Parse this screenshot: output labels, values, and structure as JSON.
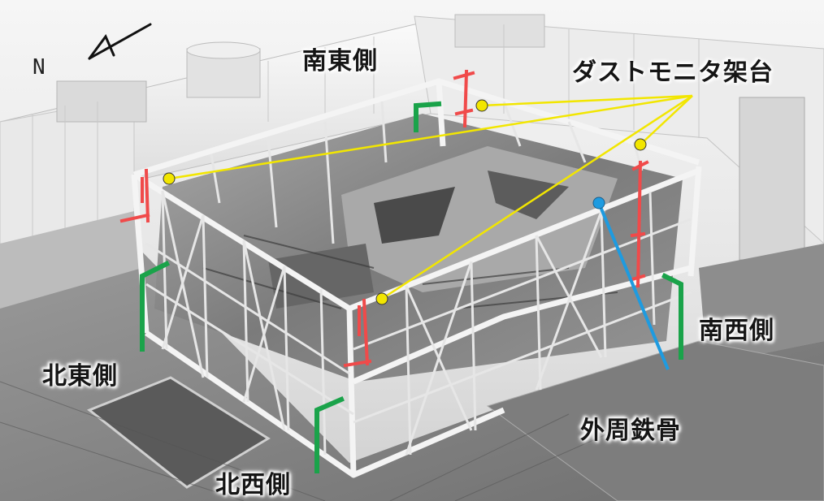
{
  "figure": {
    "compass_label": "N",
    "labels": {
      "southeast": "南東側",
      "dust_monitor_stand": "ダストモニタ架台",
      "southwest": "南西側",
      "northeast": "北東側",
      "northwest": "北西側",
      "outer_steel_frame": "外周鉄骨"
    },
    "colors": {
      "dust_monitor_marker": "#f2e600",
      "dust_monitor_leader": "#f2e600",
      "outer_steel_leader": "#1e9be0",
      "monitor_stand": "#f04a4a",
      "side_marker": "#1aa34a"
    }
  }
}
